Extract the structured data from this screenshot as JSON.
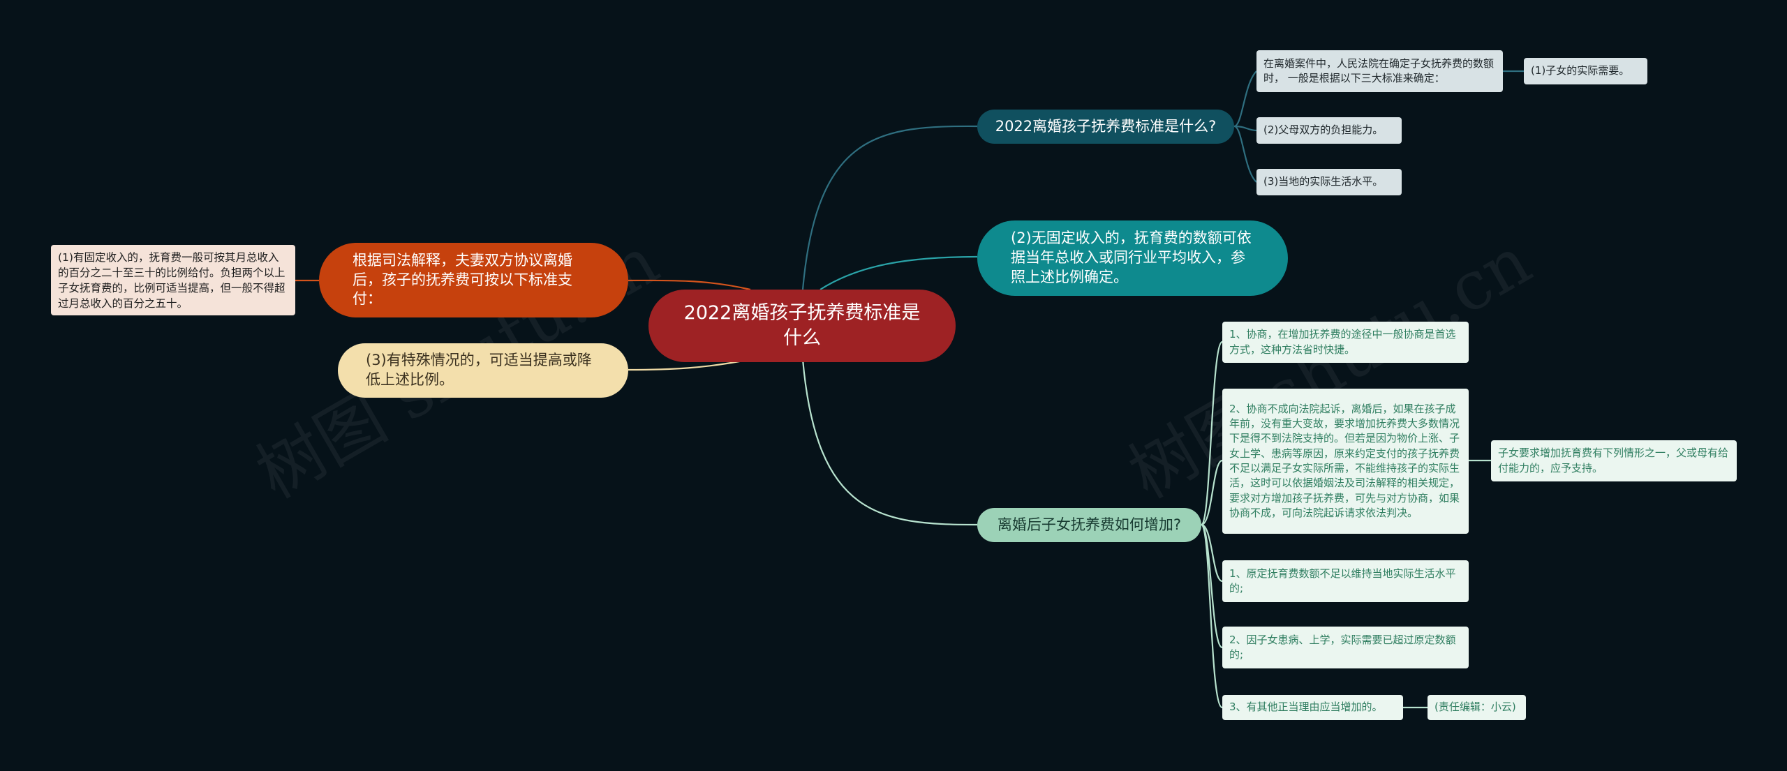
{
  "root": {
    "label": "2022离婚孩子抚养费标准是什么"
  },
  "left_branches": {
    "judicial": {
      "label": "根据司法解释，夫妻双方协议离婚后，孩子的抚养费可按以下标准支付：",
      "child": "(1)有固定收入的，抚育费一般可按其月总收入的百分之二十至三十的比例给付。负担两个以上子女抚育费的，比例可适当提高，但一般不得超过月总收入的百分之五十。"
    },
    "special": {
      "label": "(3)有特殊情况的，可适当提高或降低上述比例。"
    }
  },
  "right_branches": {
    "standard": {
      "label": "2022离婚孩子抚养费标准是什么?",
      "children": [
        "在离婚案件中，人民法院在确定子女抚养费的数额时， 一般是根据以下三大标准来确定：",
        "(2)父母双方的负担能力。",
        "(3)当地的实际生活水平。"
      ],
      "grandchild": "(1)子女的实际需要。"
    },
    "no_income": {
      "label": "(2)无固定收入的，抚育费的数额可依据当年总收入或同行业平均收入，参照上述比例确定。"
    },
    "increase": {
      "label": "离婚后子女抚养费如何增加?",
      "children": [
        "1、协商，在增加抚养费的途径中一般协商是首选方式，这种方法省时快捷。",
        "2、协商不成向法院起诉，离婚后，如果在孩子成年前，没有重大变故，要求增加抚养费大多数情况下是得不到法院支持的。但若是因为物价上涨、子女上学、患病等原因，原来约定支付的孩子抚养费不足以满足子女实际所需，不能维持孩子的实际生活，这时可以依据婚姻法及司法解释的相关规定，要求对方增加孩子抚养费，可先与对方协商，如果协商不成，可向法院起诉请求依法判决。",
        "1、原定抚育费数额不足以维持当地实际生活水平的;",
        "2、因子女患病、上学，实际需要已超过原定数额的;",
        "3、有其他正当理由应当增加的。"
      ],
      "side_note": "子女要求增加抚育费有下列情形之一，父或母有给付能力的，应予支持。",
      "editor": "(责任编辑：小云)"
    }
  },
  "watermark": "树图 shutu.cn",
  "colors": {
    "background": "#061219",
    "root": "#9e2224",
    "red_branch": "#c6410d",
    "cream_branch": "#f3dfac",
    "navy_branch": "#10505f",
    "teal_branch": "#0e8a8e",
    "mint_branch": "#9cd2b7"
  }
}
